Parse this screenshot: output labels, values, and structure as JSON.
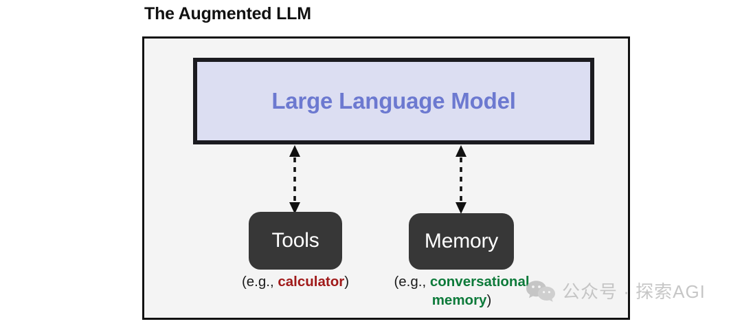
{
  "diagram": {
    "title": "The Augmented LLM",
    "llm": {
      "label": "Large Language Model",
      "fill_color": "#dcdef2",
      "text_color": "#6c79d0",
      "border_color": "#1b1b20"
    },
    "nodes": [
      {
        "id": "tools",
        "label": "Tools",
        "fill_color": "#373737",
        "text_color": "#ffffff",
        "caption_prefix": "(e.g., ",
        "caption_keyword": "calculator",
        "caption_suffix": ")",
        "caption_keyword_color": "#a01a1a"
      },
      {
        "id": "memory",
        "label": "Memory",
        "fill_color": "#373737",
        "text_color": "#ffffff",
        "caption_prefix": "(e.g., ",
        "caption_keyword": "conversational memory",
        "caption_suffix": ")",
        "caption_keyword_color": "#0d7a3a"
      }
    ],
    "connectors": [
      {
        "id": "llm-tools",
        "from": "Large Language Model",
        "to": "Tools",
        "style": "dashed",
        "arrowheads": "both",
        "color": "#111111"
      },
      {
        "id": "llm-memory",
        "from": "Large Language Model",
        "to": "Memory",
        "style": "dashed",
        "arrowheads": "both",
        "color": "#111111"
      }
    ],
    "panel": {
      "fill_color": "#f4f4f4",
      "border_color": "#111111"
    }
  },
  "watermark": {
    "icon": "wechat-icon",
    "text": "公众号 · 探索AGI",
    "color": "#bdbdbd"
  }
}
